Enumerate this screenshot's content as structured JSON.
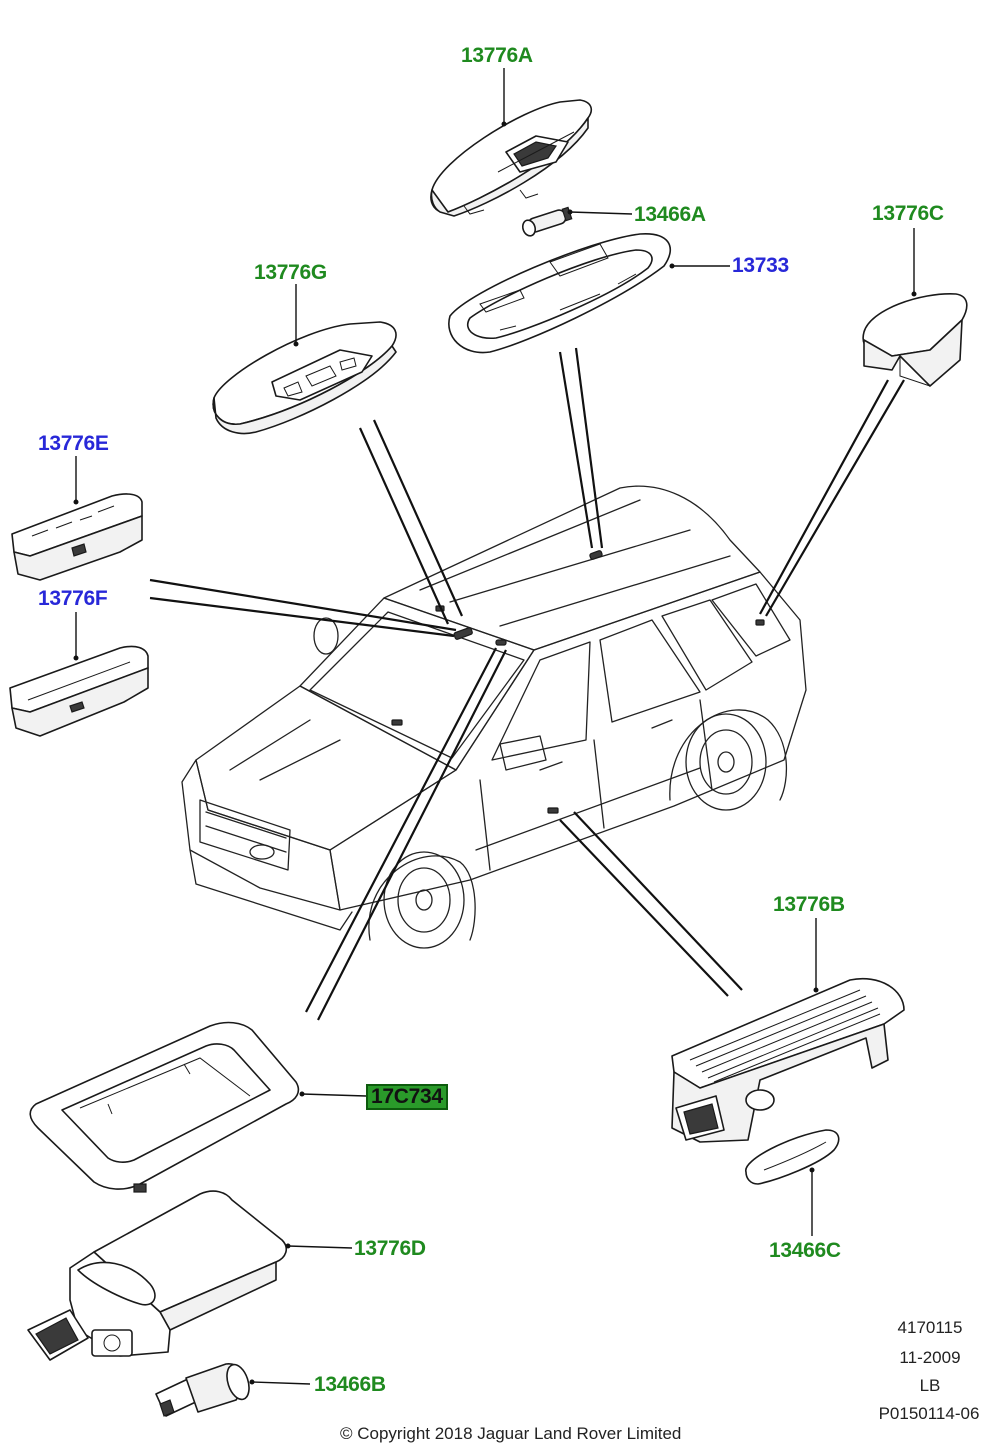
{
  "colors": {
    "label_green": "#1f8a1f",
    "label_blue": "#2828d8",
    "box_fill": "#2a9a2a"
  },
  "labels": {
    "p13776A": "13776A",
    "p13466A": "13466A",
    "p13733": "13733",
    "p13776C": "13776C",
    "p13776G": "13776G",
    "p13776E": "13776E",
    "p13776F": "13776F",
    "p13776B": "13776B",
    "p17C734": "17C734",
    "p13776D": "13776D",
    "p13466C": "13466C",
    "p13466B": "13466B"
  },
  "info": {
    "number": "4170115",
    "date": "11-2009",
    "code": "LB",
    "ref": "P0150114-06"
  },
  "copyright": "© Copyright 2018 Jaguar Land Rover Limited"
}
